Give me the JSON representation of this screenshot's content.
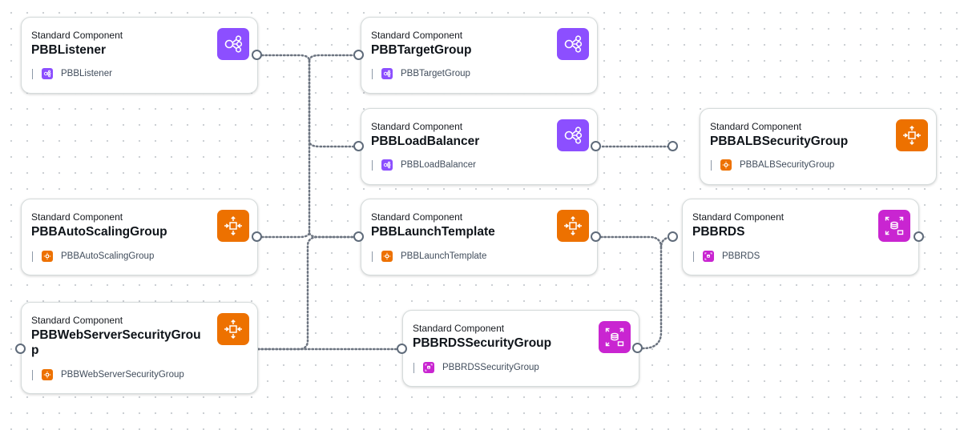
{
  "component_type_label": "Standard Component",
  "nodes": {
    "listener": {
      "name": "PBBListener",
      "resource": "PBBListener",
      "icon": "load-balancer-icon",
      "color": "#8c4fff"
    },
    "target_group": {
      "name": "PBBTargetGroup",
      "resource": "PBBTargetGroup",
      "icon": "load-balancer-icon",
      "color": "#8c4fff"
    },
    "load_balancer": {
      "name": "PBBLoadBalancer",
      "resource": "PBBLoadBalancer",
      "icon": "load-balancer-icon",
      "color": "#8c4fff"
    },
    "alb_security_group": {
      "name": "PBBALBSecurityGroup",
      "resource": "PBBALBSecurityGroup",
      "icon": "auto-scaling-icon",
      "color": "#ed7100"
    },
    "auto_scaling_group": {
      "name": "PBBAutoScalingGroup",
      "resource": "PBBAutoScalingGroup",
      "icon": "auto-scaling-icon",
      "color": "#ed7100"
    },
    "launch_template": {
      "name": "PBBLaunchTemplate",
      "resource": "PBBLaunchTemplate",
      "icon": "auto-scaling-icon",
      "color": "#ed7100"
    },
    "rds": {
      "name": "PBBRDS",
      "resource": "PBBRDS",
      "icon": "database-icon",
      "color": "#c925d1"
    },
    "web_server_security_group": {
      "name_line1": "PBBWebServerSecurityGrou",
      "name_line2": "p",
      "resource": "PBBWebServerSecurityGroup",
      "icon": "auto-scaling-icon",
      "color": "#ed7100"
    },
    "rds_security_group": {
      "name": "PBBRDSSecurityGroup",
      "resource": "PBBRDSSecurityGroup",
      "icon": "database-icon",
      "color": "#c925d1"
    }
  },
  "connections": [
    {
      "from": "PBBListener",
      "to": "PBBTargetGroup"
    },
    {
      "from": "PBBListener",
      "to": "PBBLoadBalancer"
    },
    {
      "from": "PBBAutoScalingGroup",
      "to": "PBBTargetGroup"
    },
    {
      "from": "PBBAutoScalingGroup",
      "to": "PBBLaunchTemplate"
    },
    {
      "from": "PBBLoadBalancer",
      "to": "PBBALBSecurityGroup"
    },
    {
      "from": "PBBWebServerSecurityGroup",
      "to": "PBBLaunchTemplate"
    },
    {
      "from": "PBBWebServerSecurityGroup",
      "to": "PBBRDSSecurityGroup"
    },
    {
      "from": "PBBLaunchTemplate",
      "to": "PBBRDS"
    },
    {
      "from": "PBBRDSSecurityGroup",
      "to": "PBBRDS"
    }
  ]
}
